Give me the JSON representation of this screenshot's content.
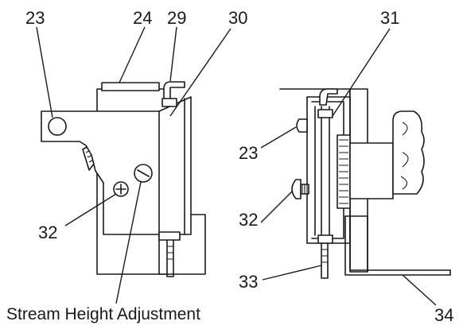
{
  "callouts": {
    "left_23": "23",
    "left_24": "24",
    "left_29": "29",
    "left_30": "30",
    "left_32": "32",
    "right_31": "31",
    "right_23": "23",
    "right_32": "32",
    "right_33": "33",
    "right_34": "34"
  },
  "caption": "Stream Height Adjustment"
}
